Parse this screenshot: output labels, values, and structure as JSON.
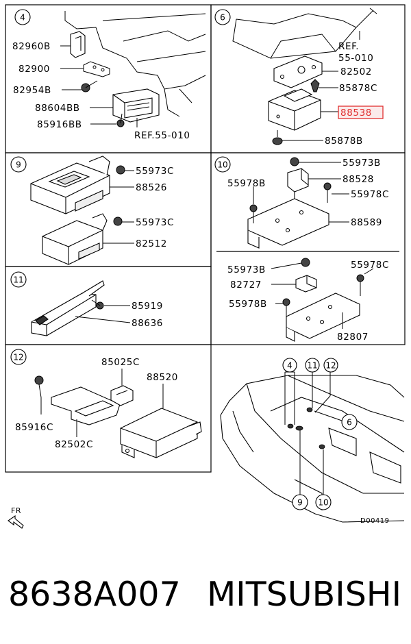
{
  "panels": {
    "p4": {
      "id": "4",
      "labels": [
        "82960B",
        "82900",
        "82954B",
        "88604BB",
        "85916BB",
        "REF.55-010"
      ]
    },
    "p6": {
      "id": "6",
      "labels": [
        "REF.",
        "55-010",
        "82502",
        "85878C",
        "88538",
        "85878B"
      ],
      "highlight": "88538"
    },
    "p9": {
      "id": "9",
      "labels": [
        "55973C",
        "88526",
        "55973C",
        "82512"
      ]
    },
    "p10": {
      "id": "10",
      "labels": [
        "55973B",
        "55978B",
        "88528",
        "55978C",
        "88589",
        "55973B",
        "55978C",
        "82727",
        "55978B",
        "82807"
      ]
    },
    "p11": {
      "id": "11",
      "labels": [
        "85919",
        "88636"
      ]
    },
    "p12": {
      "id": "12",
      "labels": [
        "85025C",
        "88520",
        "85916C",
        "82502C"
      ]
    },
    "vehicle": {
      "callouts": [
        "4",
        "11",
        "12",
        "6",
        "9",
        "10"
      ],
      "fr_label": "FR",
      "drawing_code": "D00419"
    }
  },
  "footer": {
    "part_number": "8638A007",
    "brand": "MITSUBISHI"
  },
  "colors": {
    "line": "#000000",
    "highlight": "#e03030",
    "highlight_fill": "#fbeaea"
  }
}
